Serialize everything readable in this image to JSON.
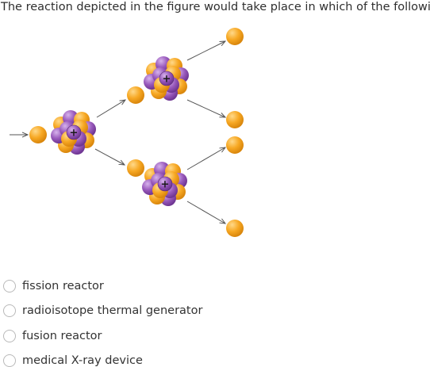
{
  "question": {
    "text": "The reaction depicted in the figure would take place in which of the following?"
  },
  "figure": {
    "colors": {
      "neutron": "#f7a823",
      "proton": "#9a5bbd",
      "arrow": "#555555"
    },
    "nucleus_charge_symbol": "+"
  },
  "options": [
    {
      "label": "fission reactor"
    },
    {
      "label": "radioisotope thermal generator"
    },
    {
      "label": "fusion reactor"
    },
    {
      "label": "medical X-ray device"
    }
  ]
}
